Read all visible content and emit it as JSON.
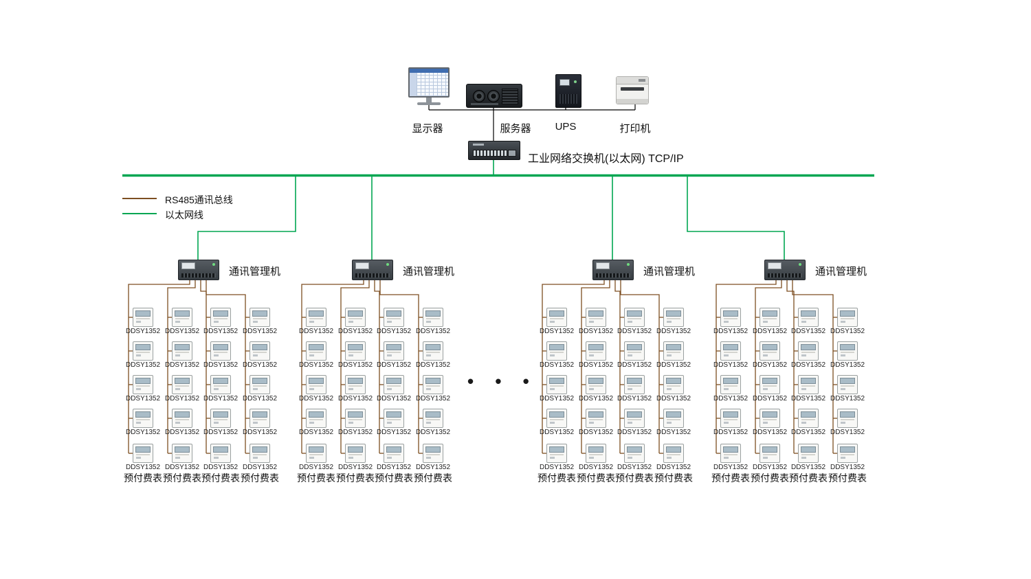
{
  "diagram": {
    "top_devices": [
      {
        "id": "monitor",
        "label": "显示器"
      },
      {
        "id": "server",
        "label": "服务器"
      },
      {
        "id": "ups",
        "label": "UPS"
      },
      {
        "id": "printer",
        "label": "打印机"
      }
    ],
    "switch_label": "工业网络交换机(以太网) TCP/IP",
    "legend": [
      {
        "id": "rs485",
        "label": "RS485通讯总线",
        "color": "#7d4e21"
      },
      {
        "id": "ethernet",
        "label": "以太网线",
        "color": "#00a651"
      }
    ],
    "gateway_label": "通讯管理机",
    "meter_model": "DDSY1352",
    "meter_type_label": "预付费表",
    "ellipsis": "• • •",
    "groups": 4,
    "columns_per_group": 4,
    "rows_per_column": 5,
    "colors": {
      "ethernet_line": "#00a651",
      "rs485_line": "#7d4e21",
      "black_line": "#000000"
    }
  }
}
